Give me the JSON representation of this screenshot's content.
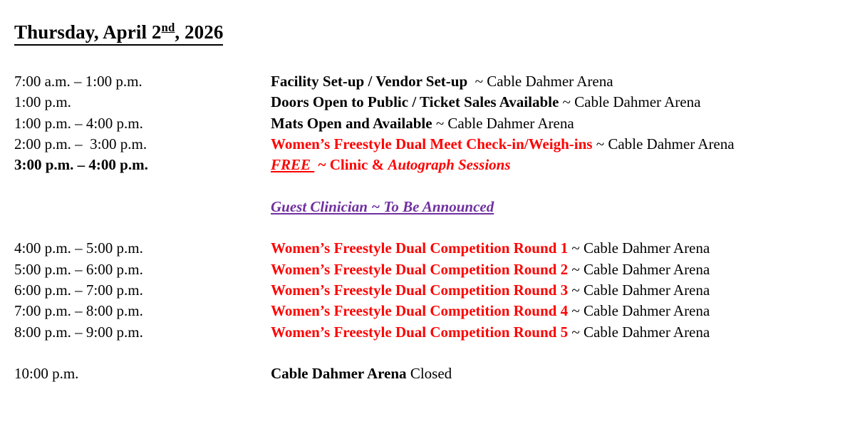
{
  "document": {
    "title": {
      "prefix": "Thursday, April 2",
      "superscript": "nd",
      "suffix": ", 2026"
    },
    "colors": {
      "red": "#FF0000",
      "purple": "#7030A0",
      "black": "#000000"
    },
    "venue": "Cable Dahmer Arena",
    "rows": [
      {
        "time": "7:00 a.m. – 1:00 p.m.",
        "time_bold": false,
        "segments": [
          {
            "text": "Facility Set-up / Vendor Set-up ",
            "bold": true,
            "italic": false,
            "underline": false,
            "color": "black"
          },
          {
            "text": " ~ Cable Dahmer Arena",
            "bold": false,
            "italic": false,
            "underline": false,
            "color": "black"
          }
        ]
      },
      {
        "time": "1:00 p.m.",
        "time_bold": false,
        "segments": [
          {
            "text": "Doors Open to Public / Ticket Sales Available",
            "bold": true,
            "italic": false,
            "underline": false,
            "color": "black"
          },
          {
            "text": " ~ Cable Dahmer Arena",
            "bold": false,
            "italic": false,
            "underline": false,
            "color": "black"
          }
        ]
      },
      {
        "time": "1:00 p.m. – 4:00 p.m.",
        "time_bold": false,
        "segments": [
          {
            "text": "Mats Open and Available",
            "bold": true,
            "italic": false,
            "underline": false,
            "color": "black"
          },
          {
            "text": " ~ Cable Dahmer Arena",
            "bold": false,
            "italic": false,
            "underline": false,
            "color": "black"
          }
        ]
      },
      {
        "time": "2:00 p.m. –  3:00 p.m.",
        "time_bold": false,
        "segments": [
          {
            "text": "Women’s Freestyle Dual Meet Check-in/Weigh-ins",
            "bold": true,
            "italic": false,
            "underline": false,
            "color": "red"
          },
          {
            "text": " ~ Cable Dahmer Arena",
            "bold": false,
            "italic": false,
            "underline": false,
            "color": "black"
          }
        ]
      },
      {
        "time": "3:00 p.m. – 4:00 p.m.",
        "time_bold": true,
        "segments": [
          {
            "text": "FREE ",
            "bold": true,
            "italic": true,
            "underline": true,
            "color": "red"
          },
          {
            "text": " ~ Clinic & ",
            "bold": true,
            "italic": false,
            "underline": false,
            "color": "red"
          },
          {
            "text": "Autograph Sessions",
            "bold": true,
            "italic": true,
            "underline": false,
            "color": "red"
          }
        ]
      },
      {
        "spacer": true
      },
      {
        "time": "",
        "time_bold": false,
        "segments": [
          {
            "text": "Guest Clinician ~ To Be Announced",
            "bold": true,
            "italic": true,
            "underline": true,
            "color": "purple"
          }
        ]
      },
      {
        "spacer": true
      },
      {
        "time": "4:00 p.m. – 5:00 p.m.",
        "time_bold": false,
        "segments": [
          {
            "text": "Women’s Freestyle Dual Competition Round 1",
            "bold": true,
            "italic": false,
            "underline": false,
            "color": "red"
          },
          {
            "text": " ~ Cable Dahmer Arena",
            "bold": false,
            "italic": false,
            "underline": false,
            "color": "black"
          }
        ]
      },
      {
        "time": "5:00 p.m. – 6:00 p.m.",
        "time_bold": false,
        "segments": [
          {
            "text": "Women’s Freestyle Dual Competition Round 2",
            "bold": true,
            "italic": false,
            "underline": false,
            "color": "red"
          },
          {
            "text": " ~ Cable Dahmer Arena",
            "bold": false,
            "italic": false,
            "underline": false,
            "color": "black"
          }
        ]
      },
      {
        "time": "6:00 p.m. – 7:00 p.m.",
        "time_bold": false,
        "segments": [
          {
            "text": "Women’s Freestyle Dual Competition Round 3",
            "bold": true,
            "italic": false,
            "underline": false,
            "color": "red"
          },
          {
            "text": " ~ Cable Dahmer Arena",
            "bold": false,
            "italic": false,
            "underline": false,
            "color": "black"
          }
        ]
      },
      {
        "time": "7:00 p.m. – 8:00 p.m.",
        "time_bold": false,
        "segments": [
          {
            "text": "Women’s Freestyle Dual Competition Round 4",
            "bold": true,
            "italic": false,
            "underline": false,
            "color": "red"
          },
          {
            "text": " ~ Cable Dahmer Arena",
            "bold": false,
            "italic": false,
            "underline": false,
            "color": "black"
          }
        ]
      },
      {
        "time": "8:00 p.m. – 9:00 p.m.",
        "time_bold": false,
        "segments": [
          {
            "text": "Women’s Freestyle Dual Competition Round 5",
            "bold": true,
            "italic": false,
            "underline": false,
            "color": "red"
          },
          {
            "text": " ~ Cable Dahmer Arena",
            "bold": false,
            "italic": false,
            "underline": false,
            "color": "black"
          }
        ]
      },
      {
        "spacer": true
      },
      {
        "time": "10:00 p.m.",
        "time_bold": false,
        "segments": [
          {
            "text": "Cable Dahmer Arena",
            "bold": true,
            "italic": false,
            "underline": false,
            "color": "black"
          },
          {
            "text": " Closed",
            "bold": false,
            "italic": false,
            "underline": false,
            "color": "black"
          }
        ]
      }
    ]
  }
}
